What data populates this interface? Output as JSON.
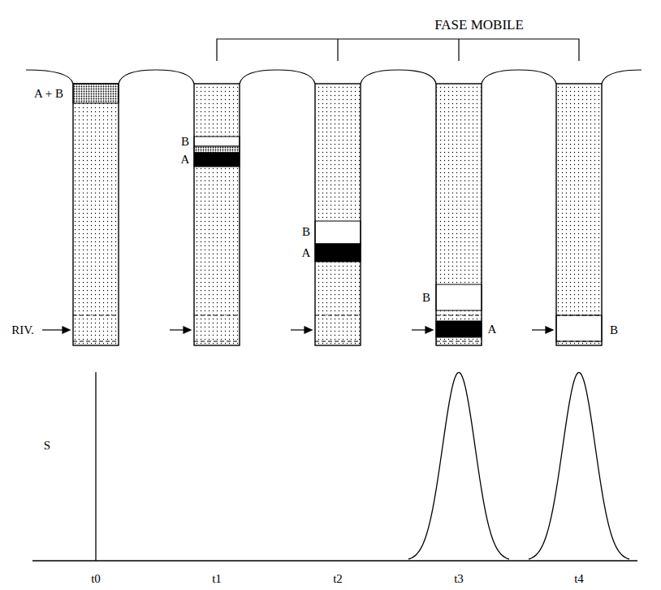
{
  "diagram": {
    "labels": [
      "FASE MOBILE",
      "A + B",
      "B",
      "A",
      "B",
      "A",
      "B",
      "A",
      "RIV.",
      "B",
      "S",
      "t0",
      "t1",
      "t2",
      "t3",
      "t4"
    ]
  }
}
